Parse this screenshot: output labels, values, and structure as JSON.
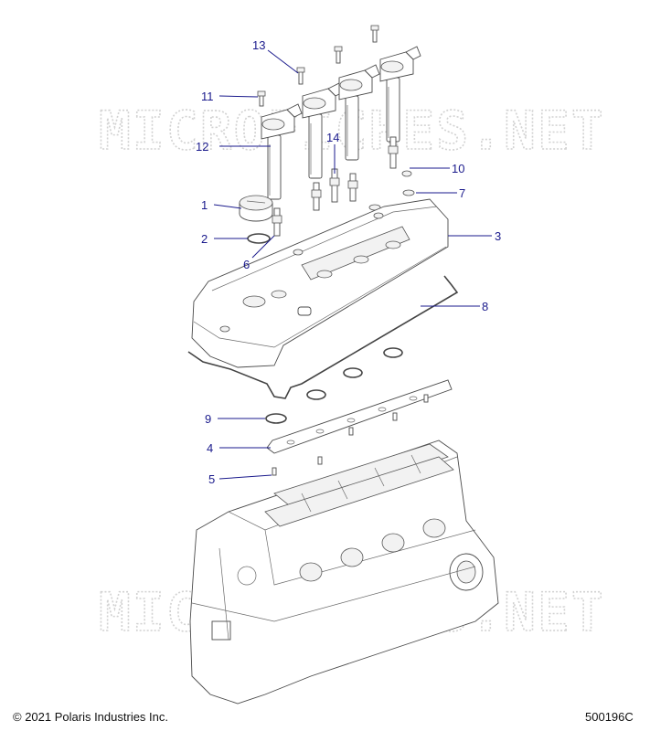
{
  "watermarks": [
    "MICROFICHES.NET",
    "MICROFICHES.NET"
  ],
  "callouts": [
    "1",
    "2",
    "3",
    "4",
    "5",
    "6",
    "7",
    "8",
    "9",
    "10",
    "11",
    "12",
    "13",
    "14"
  ],
  "footer": {
    "copyright": "© 2021 Polaris Industries Inc.",
    "diagram_code": "500196C"
  },
  "colors": {
    "callout": "#1a1a8c",
    "line_art": "#4a4a4a",
    "watermark": "#d2d2d2"
  }
}
